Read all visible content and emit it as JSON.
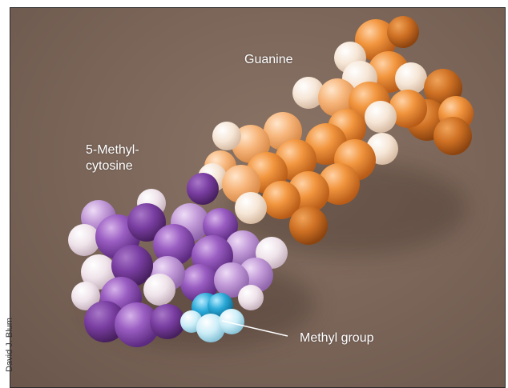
{
  "labels": {
    "guanine": "Guanine",
    "methylcytosine_line1": "5-Methyl-",
    "methylcytosine_line2": "cytosine",
    "methyl_group": "Methyl group"
  },
  "credit": "David J. Blum",
  "colors": {
    "background": "#7a6458",
    "guanine_orange": "#e8893a",
    "guanine_light": "#f4b27a",
    "cytosine_purple": "#8a4fb0",
    "cytosine_light": "#b88ad0",
    "hydrogen_white": "#f2e8ee",
    "methyl_blue": "#2aa9d8",
    "label_text": "#ffffff"
  }
}
